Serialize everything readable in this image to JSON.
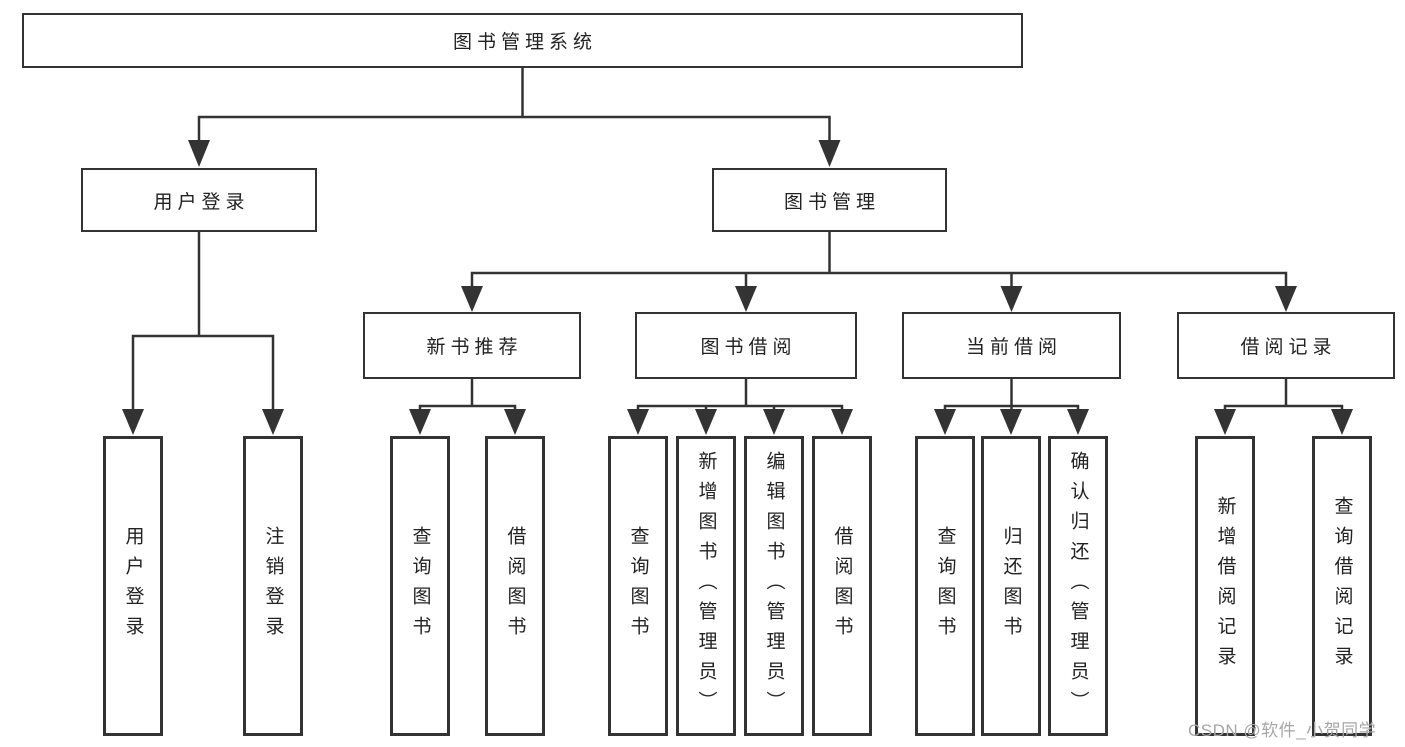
{
  "diagram": {
    "type": "hierarchy-tree",
    "root": {
      "label": "图书管理系统",
      "children": [
        {
          "label": "用户登录",
          "children": [
            {
              "label": "用户登录"
            },
            {
              "label": "注销登录"
            }
          ]
        },
        {
          "label": "图书管理",
          "children": [
            {
              "label": "新书推荐",
              "children": [
                {
                  "label": "查询图书"
                },
                {
                  "label": "借阅图书"
                }
              ]
            },
            {
              "label": "图书借阅",
              "children": [
                {
                  "label": "查询图书"
                },
                {
                  "label": "新增图书（管理员）"
                },
                {
                  "label": "编辑图书（管理员）"
                },
                {
                  "label": "借阅图书"
                }
              ]
            },
            {
              "label": "当前借阅",
              "children": [
                {
                  "label": "查询图书"
                },
                {
                  "label": "归还图书"
                },
                {
                  "label": "确认归还（管理员）"
                }
              ]
            },
            {
              "label": "借阅记录",
              "children": [
                {
                  "label": "新增借阅记录"
                },
                {
                  "label": "查询借阅记录"
                }
              ]
            }
          ]
        }
      ]
    }
  },
  "watermark": {
    "text": "CSDN @软件_小贺同学"
  },
  "colors": {
    "line": "#333333",
    "box_border": "#333333",
    "text": "#222222",
    "background": "#ffffff",
    "watermark": "#a6a6a6"
  }
}
